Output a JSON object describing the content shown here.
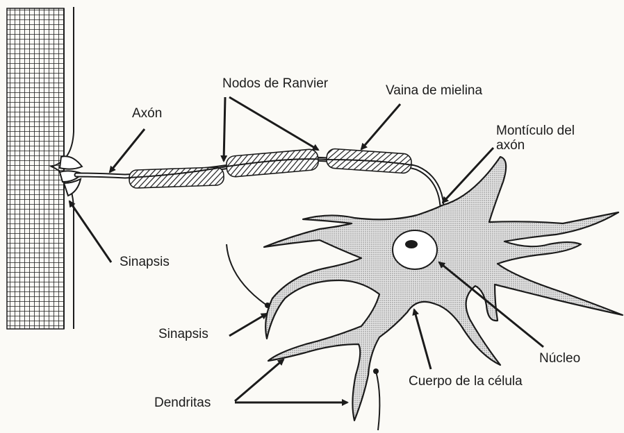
{
  "labels": {
    "nodos_ranvier": "Nodos de Ranvier",
    "vaina_mielina": "Vaina de mielina",
    "axon": "Axón",
    "monticulo_line1": "Montículo del",
    "monticulo_line2": "axón",
    "sinapsis_top": "Sinapsis",
    "sinapsis_bottom": "Sinapsis",
    "nucleo": "Núcleo",
    "cuerpo_celula": "Cuerpo de la célula",
    "dendritas": "Dendritas"
  },
  "colors": {
    "ink": "#1b1b1b",
    "stipple": "#c9c9c9",
    "background": "#fbfaf6"
  }
}
